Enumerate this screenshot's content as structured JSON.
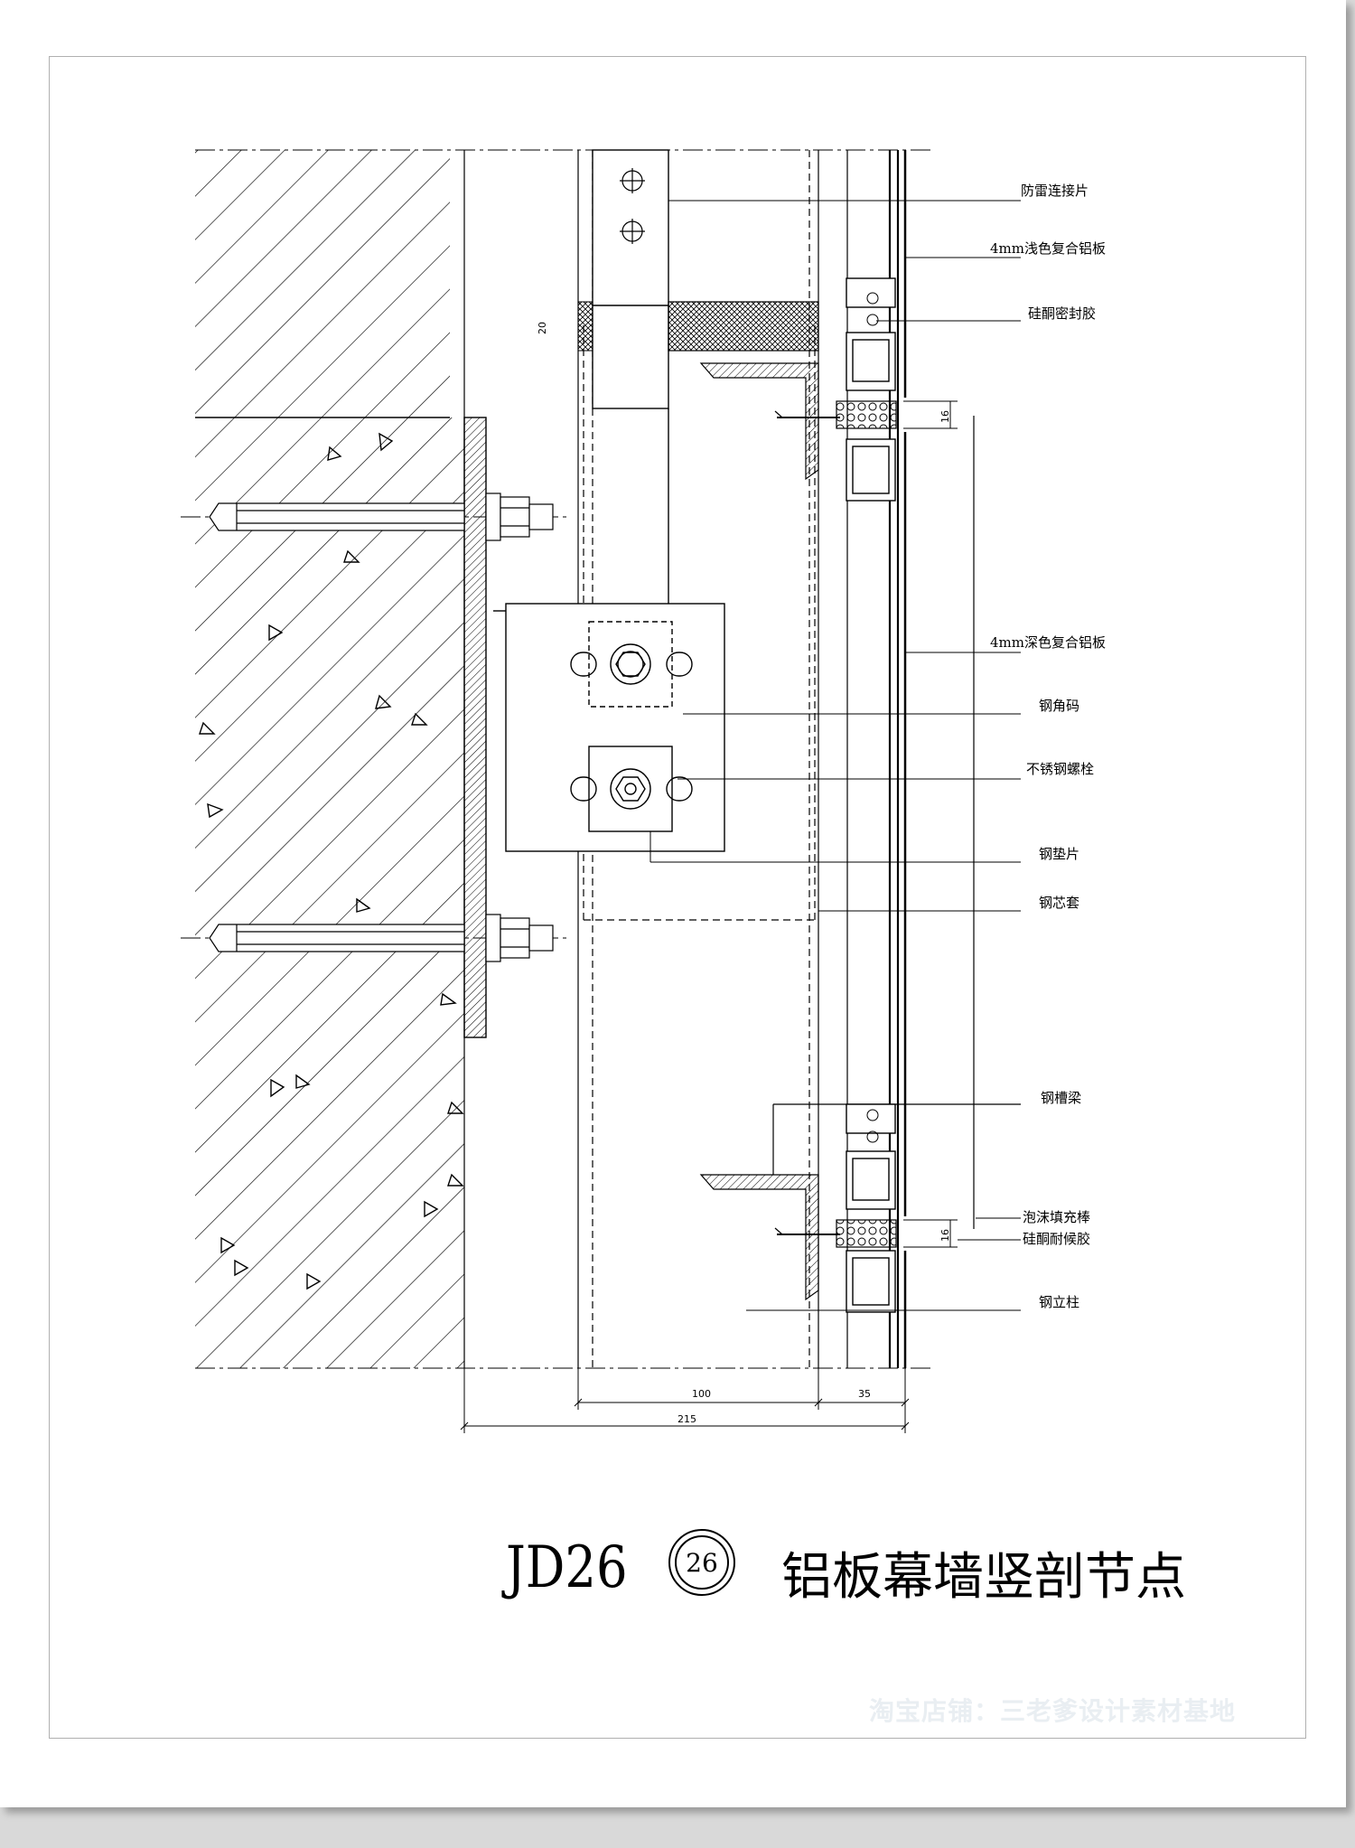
{
  "labels": {
    "lightning_plate": "防雷连接片",
    "light_panel": "4mm浅色复合铝板",
    "silicone_seal": "硅酮密封胶",
    "dark_panel": "4mm深色复合铝板",
    "steel_angle": "钢角码",
    "ss_bolt": "不锈钢螺栓",
    "steel_washer": "钢垫片",
    "steel_sleeve": "钢芯套",
    "steel_channel": "钢槽梁",
    "foam_rod": "泡沫填充棒",
    "silicone_weather": "硅酮耐候胶",
    "steel_column": "钢立柱"
  },
  "dimensions": {
    "d20": "20",
    "d16_top": "16",
    "d16_bottom": "16",
    "d100": "100",
    "d35": "35",
    "d215": "215"
  },
  "title_block": {
    "code": "JD26",
    "number": "26",
    "title": "铝板幕墙竖剖节点"
  },
  "watermark": "淘宝店铺：三老爹设计素材基地"
}
